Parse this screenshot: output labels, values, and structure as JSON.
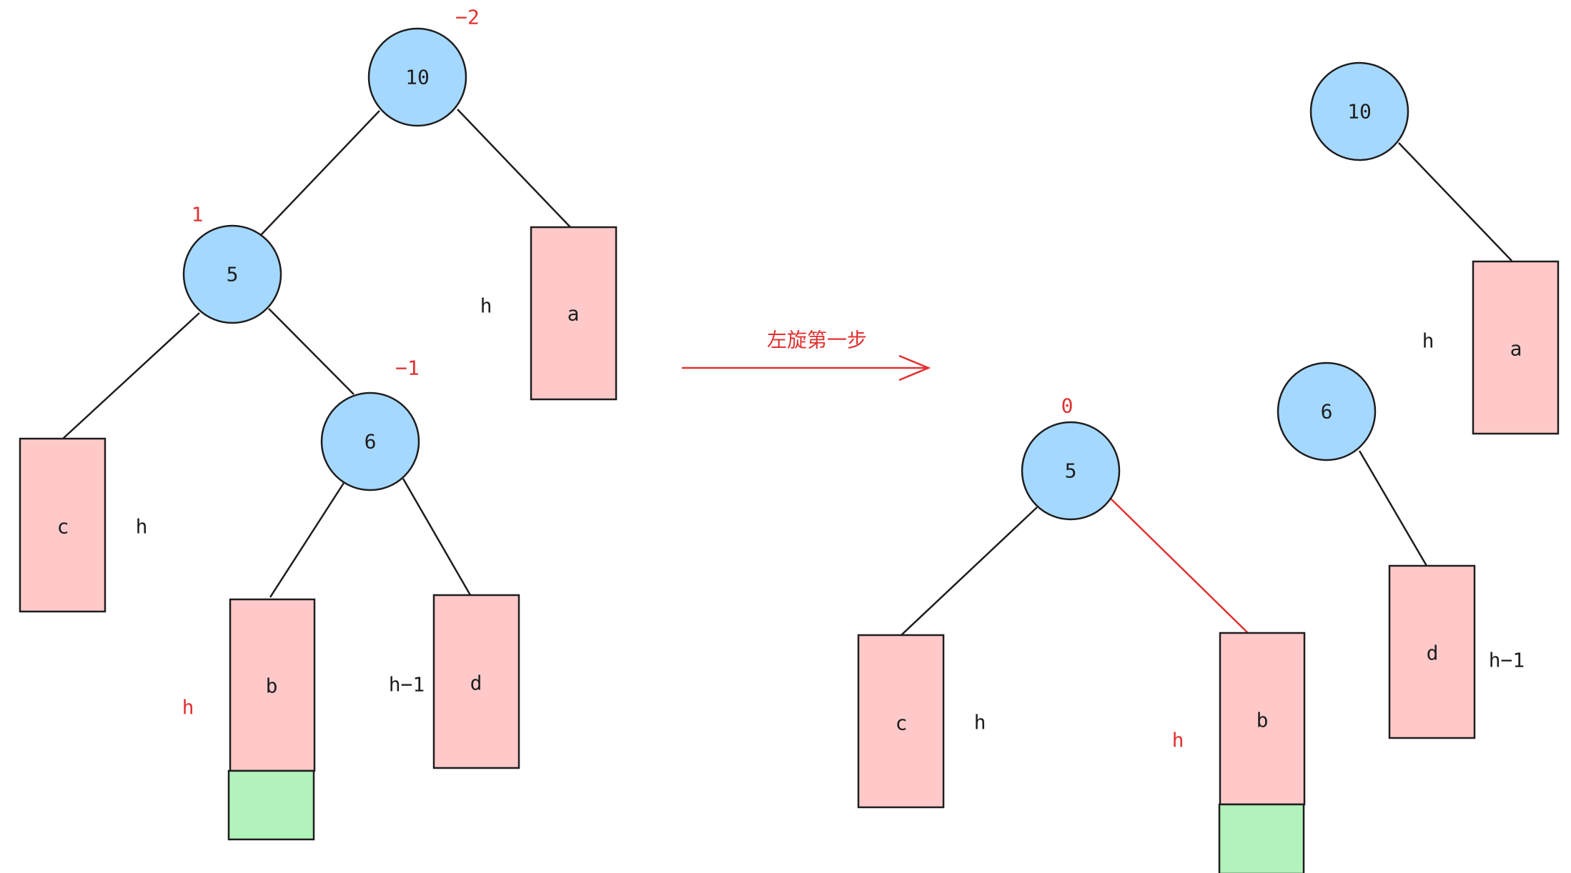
{
  "colors": {
    "node_fill": "#a5d8ff",
    "subtree_fill": "#ffc9c9",
    "extra_fill": "#b2f2bb",
    "stroke": "#1e1e1e",
    "accent": "#e03131"
  },
  "before": {
    "nodes": {
      "n10": "10",
      "n5": "5",
      "n6": "6"
    },
    "subtrees": {
      "a": "a",
      "b": "b",
      "c": "c",
      "d": "d"
    },
    "balance": {
      "n10": "−2",
      "n5": "1",
      "n6": "−1"
    },
    "heights": {
      "a": "h",
      "c": "h",
      "b": "h",
      "d": "h−1"
    }
  },
  "arrow": {
    "caption": "左旋第一步"
  },
  "after": {
    "nodes": {
      "n10": "10",
      "n5": "5",
      "n6": "6"
    },
    "subtrees": {
      "a": "a",
      "b": "b",
      "c": "c",
      "d": "d"
    },
    "balance": {
      "n5": "0"
    },
    "heights": {
      "a": "h",
      "c": "h",
      "b": "h",
      "d": "h−1"
    }
  }
}
